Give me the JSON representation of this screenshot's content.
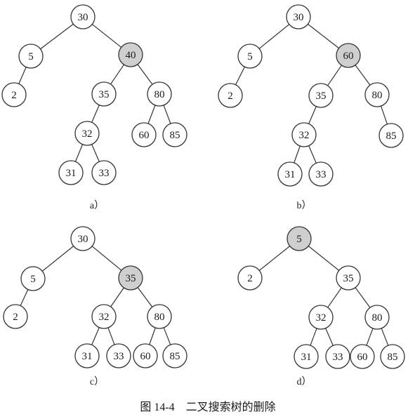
{
  "colors": {
    "node_fill": "#ffffff",
    "highlight_fill": "#cfcfcf",
    "stroke": "#333333"
  },
  "caption": "图 14-4　二叉搜索树的删除",
  "panels": [
    {
      "label": "a）",
      "highlight": "40",
      "nodes": [
        "30",
        "5",
        "40",
        "2",
        "35",
        "80",
        "32",
        "60",
        "85",
        "31",
        "33"
      ],
      "edges": [
        [
          "30",
          "5"
        ],
        [
          "30",
          "40"
        ],
        [
          "5",
          "2"
        ],
        [
          "40",
          "35"
        ],
        [
          "40",
          "80"
        ],
        [
          "35",
          "32"
        ],
        [
          "80",
          "60"
        ],
        [
          "80",
          "85"
        ],
        [
          "32",
          "31"
        ],
        [
          "32",
          "33"
        ]
      ]
    },
    {
      "label": "b）",
      "highlight": "60",
      "nodes": [
        "30",
        "5",
        "60",
        "2",
        "35",
        "80",
        "32",
        "85",
        "31",
        "33"
      ],
      "edges": [
        [
          "30",
          "5"
        ],
        [
          "30",
          "60"
        ],
        [
          "5",
          "2"
        ],
        [
          "60",
          "35"
        ],
        [
          "60",
          "80"
        ],
        [
          "35",
          "32"
        ],
        [
          "80",
          "85"
        ],
        [
          "32",
          "31"
        ],
        [
          "32",
          "33"
        ]
      ]
    },
    {
      "label": "c）",
      "highlight": "35",
      "nodes": [
        "30",
        "5",
        "35",
        "2",
        "32",
        "80",
        "31",
        "33",
        "60",
        "85"
      ],
      "edges": [
        [
          "30",
          "5"
        ],
        [
          "30",
          "35"
        ],
        [
          "5",
          "2"
        ],
        [
          "35",
          "32"
        ],
        [
          "35",
          "80"
        ],
        [
          "32",
          "31"
        ],
        [
          "32",
          "33"
        ],
        [
          "80",
          "60"
        ],
        [
          "80",
          "85"
        ]
      ]
    },
    {
      "label": "d）",
      "highlight": "5",
      "nodes": [
        "5",
        "2",
        "35",
        "32",
        "80",
        "31",
        "33",
        "60",
        "85"
      ],
      "edges": [
        [
          "5",
          "2"
        ],
        [
          "5",
          "35"
        ],
        [
          "35",
          "32"
        ],
        [
          "35",
          "80"
        ],
        [
          "32",
          "31"
        ],
        [
          "32",
          "33"
        ],
        [
          "80",
          "60"
        ],
        [
          "80",
          "85"
        ]
      ]
    }
  ]
}
